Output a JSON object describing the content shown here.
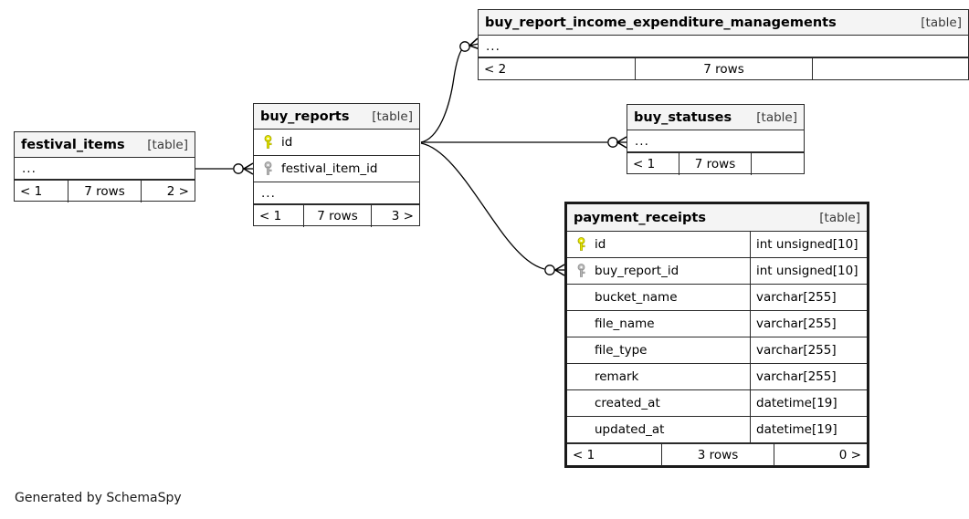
{
  "diagram": {
    "generator_caption": "Generated by SchemaSpy",
    "kind_label": "[table]",
    "ellipsis": "...",
    "colors": {
      "primary_key": "#e8e800",
      "foreign_key": "#b0b0b0",
      "header_bg": "#f4f4f4",
      "border": "#2a2a2a",
      "background": "#ffffff"
    }
  },
  "tables": {
    "festival_items": {
      "name": "festival_items",
      "kind": "[table]",
      "columns": [
        {
          "name": "...",
          "type": "",
          "key": "none",
          "is_ellipsis": true
        }
      ],
      "footer": {
        "left": "< 1",
        "center": "7 rows",
        "right": "2 >"
      }
    },
    "buy_reports": {
      "name": "buy_reports",
      "kind": "[table]",
      "columns": [
        {
          "name": "id",
          "type": "",
          "key": "primary",
          "is_ellipsis": false
        },
        {
          "name": "festival_item_id",
          "type": "",
          "key": "foreign",
          "is_ellipsis": false
        },
        {
          "name": "...",
          "type": "",
          "key": "none",
          "is_ellipsis": true
        }
      ],
      "footer": {
        "left": "< 1",
        "center": "7 rows",
        "right": "3 >"
      }
    },
    "buy_report_income_expenditure_managements": {
      "name": "buy_report_income_expenditure_managements",
      "kind": "[table]",
      "columns": [
        {
          "name": "...",
          "type": "",
          "key": "none",
          "is_ellipsis": true
        }
      ],
      "footer": {
        "left": "< 2",
        "center": "7 rows",
        "right": ""
      }
    },
    "buy_statuses": {
      "name": "buy_statuses",
      "kind": "[table]",
      "columns": [
        {
          "name": "...",
          "type": "",
          "key": "none",
          "is_ellipsis": true
        }
      ],
      "footer": {
        "left": "< 1",
        "center": "7 rows",
        "right": ""
      }
    },
    "payment_receipts": {
      "name": "payment_receipts",
      "kind": "[table]",
      "focus": true,
      "columns": [
        {
          "name": "id",
          "type": "int unsigned[10]",
          "key": "primary",
          "is_ellipsis": false
        },
        {
          "name": "buy_report_id",
          "type": "int unsigned[10]",
          "key": "foreign",
          "is_ellipsis": false
        },
        {
          "name": "bucket_name",
          "type": "varchar[255]",
          "key": "none",
          "is_ellipsis": false
        },
        {
          "name": "file_name",
          "type": "varchar[255]",
          "key": "none",
          "is_ellipsis": false
        },
        {
          "name": "file_type",
          "type": "varchar[255]",
          "key": "none",
          "is_ellipsis": false
        },
        {
          "name": "remark",
          "type": "varchar[255]",
          "key": "none",
          "is_ellipsis": false
        },
        {
          "name": "created_at",
          "type": "datetime[19]",
          "key": "none",
          "is_ellipsis": false
        },
        {
          "name": "updated_at",
          "type": "datetime[19]",
          "key": "none",
          "is_ellipsis": false
        }
      ],
      "footer": {
        "left": "< 1",
        "center": "3 rows",
        "right": "0 >"
      }
    }
  },
  "relationships": [
    {
      "from": "festival_items",
      "to": "buy_reports",
      "to_column": "festival_item_id"
    },
    {
      "from": "buy_reports",
      "to": "buy_report_income_expenditure_managements",
      "to_column": "..."
    },
    {
      "from": "buy_reports",
      "to": "buy_statuses",
      "to_column": "..."
    },
    {
      "from": "buy_reports",
      "to": "payment_receipts",
      "to_column": "buy_report_id"
    }
  ]
}
